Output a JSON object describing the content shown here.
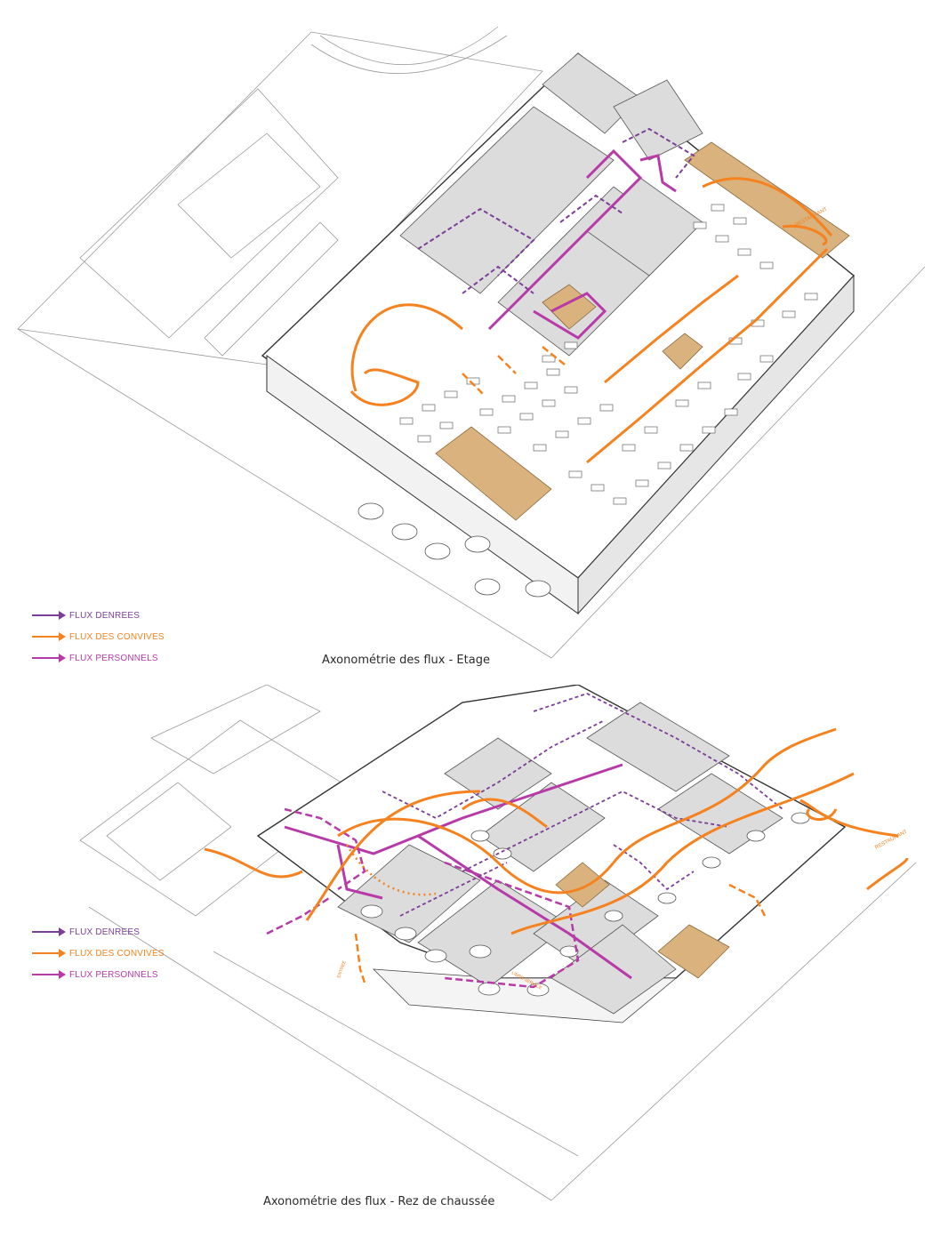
{
  "colors": {
    "denrees": "#7b3f98",
    "convives": "#f5821f",
    "personnels": "#b83aa8",
    "room_grey": "#dcdcdc",
    "terrace": "#d9b27e",
    "line": "#555555"
  },
  "top": {
    "caption": "Axonométrie des flux - Etage",
    "legend": [
      {
        "key": "denrees",
        "label": "FLUX DENREES"
      },
      {
        "key": "convives",
        "label": "FLUX DES CONVIVES"
      },
      {
        "key": "personnels",
        "label": "FLUX PERSONNELS"
      }
    ],
    "tags": {
      "restaurant": "RESTAURANT"
    }
  },
  "bottom": {
    "caption": "Axonométrie des flux - Rez de chaussée",
    "legend": [
      {
        "key": "denrees",
        "label": "FLUX DENREES"
      },
      {
        "key": "convives",
        "label": "FLUX DES CONVIVES"
      },
      {
        "key": "personnels",
        "label": "FLUX PERSONNELS"
      }
    ],
    "tags": {
      "restaurant": "RESTAURANT",
      "service": "LIBRE SERVICE",
      "entree": "ENTREE"
    }
  }
}
